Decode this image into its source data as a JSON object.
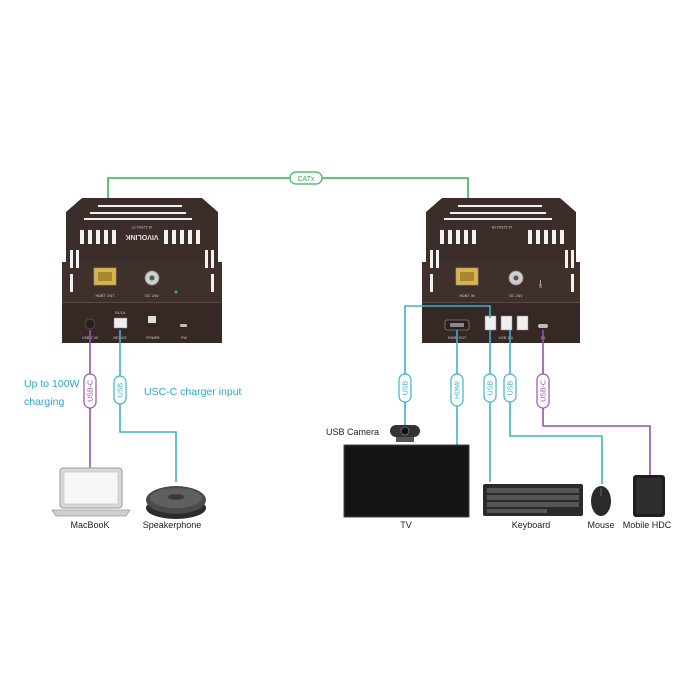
{
  "link_label": "CATx",
  "colors": {
    "catx": "#2fb35a",
    "usb": "#39b3cf",
    "usbc": "#9b4fb0",
    "hdmi": "#39b3cf",
    "unit": "#3a2d2a",
    "label_blue": "#2aa6c9"
  },
  "transmitter": {
    "brand": "VIVOLINK",
    "model": "VL120027T",
    "ports_top": [
      "HDBT OUT",
      "DC 24V"
    ],
    "ports_bottom": [
      "USB-C IN",
      "DEVICE",
      "POWER",
      "FW"
    ],
    "device_rating": "5V/1A"
  },
  "receiver": {
    "brand": "VIVOLINK",
    "model": "VL120027R",
    "ports_top": [
      "HDBT IN",
      "DC 24V"
    ],
    "ports_bottom": [
      "HDMI OUT",
      "USB 2.0",
      "5A"
    ]
  },
  "notes": {
    "power": "Up to 100W\ncharging",
    "charger": "USC-C charger input"
  },
  "cable_tags": {
    "macbook": "USB-C",
    "speakerphone": "USB",
    "camera": "USB",
    "tv": "HDMI",
    "keyboard": "USB",
    "mouse": "USB",
    "hdd": "USB-C"
  },
  "devices": {
    "macbook": "MacBooK",
    "speakerphone": "Speakerphone",
    "camera": "USB Camera",
    "tv": "TV",
    "keyboard": "Keyboard",
    "mouse": "Mouse",
    "hdd": "Mobile HDC"
  }
}
